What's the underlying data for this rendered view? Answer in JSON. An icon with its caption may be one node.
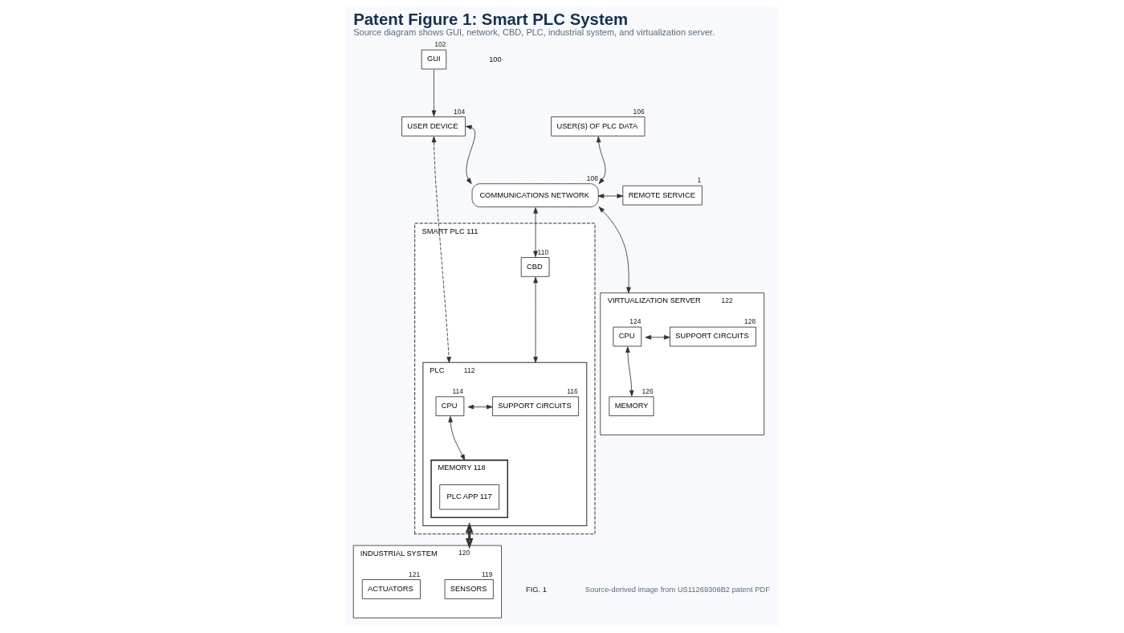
{
  "diagram": {
    "title": "Patent Figure 1: Smart PLC System",
    "caption": "Source diagram shows GUI, network, CBD, PLC, industrial system, and virtualization server.",
    "nodes": [
      {
        "text": [
          "GUI"
        ],
        "beside": [
          "102"
        ]
      },
      {
        "text": [
          "USER DEVICE"
        ],
        "beside": [
          "104"
        ]
      },
      {
        "text": [
          "USER(S) OF PLC DATA"
        ],
        "beside": [
          "106"
        ]
      },
      {
        "text": [
          "COMMUNICATIONS NETWORK"
        ],
        "beside": [
          "108"
        ]
      },
      {
        "text": [
          "REMOTE SERVICE"
        ],
        "beside": [
          "1"
        ]
      },
      {
        "text": [
          "SMART PLC 111"
        ]
      },
      {
        "text": [
          "CBD"
        ],
        "in": 5,
        "beside": [
          "110"
        ]
      },
      {
        "text": [
          "PLC"
        ],
        "in": 5,
        "beside": [
          "112"
        ]
      },
      {
        "text": [
          "CPU"
        ],
        "in": 7,
        "beside": [
          "114"
        ]
      },
      {
        "text": [
          "SUPPORT CIRCUITS"
        ],
        "in": 7,
        "beside": [
          "116"
        ]
      },
      {
        "text": [
          "MEMORY 118"
        ],
        "in": 7
      },
      {
        "text": [
          "PLC APP 117"
        ],
        "in": 10
      },
      {
        "text": [
          "VIRTUALIZATION SERVER"
        ],
        "beside": [
          "122"
        ]
      },
      {
        "text": [
          "CPU"
        ],
        "in": 12,
        "beside": [
          "124"
        ]
      },
      {
        "text": [
          "SUPPORT CIRCUITS"
        ],
        "in": 12,
        "beside": [
          "128"
        ]
      },
      {
        "text": [
          "MEMORY"
        ],
        "in": 12,
        "beside": [
          "126"
        ]
      },
      {
        "text": [
          "INDUSTRIAL SYSTEM"
        ],
        "beside": [
          "120"
        ]
      },
      {
        "text": [
          "SENSORS"
        ],
        "in": 16,
        "beside": [
          "119"
        ]
      },
      {
        "text": [
          "ACTUATORS"
        ],
        "in": 16,
        "beside": [
          "121"
        ]
      }
    ],
    "edges": [
      {
        "from": 0,
        "to": 1,
        "arrow": "to"
      },
      {
        "from": 1,
        "to": 3,
        "arrow": "both"
      },
      {
        "from": 2,
        "to": 3,
        "arrow": "both"
      },
      {
        "from": 3,
        "to": 4,
        "arrow": "both"
      },
      {
        "from": 1,
        "to": 7,
        "arrow": "both",
        "style": "dashed"
      },
      {
        "from": 3,
        "to": 6,
        "arrow": "both"
      },
      {
        "from": 3,
        "to": 12,
        "arrow": "both"
      },
      {
        "from": 6,
        "to": 7,
        "arrow": "both"
      },
      {
        "from": 8,
        "to": 9,
        "arrow": "both"
      },
      {
        "from": 8,
        "to": 10,
        "arrow": "both"
      },
      {
        "from": 7,
        "to": 16,
        "arrow": "both",
        "style": "thick"
      },
      {
        "from": 13,
        "to": 14,
        "arrow": "both"
      },
      {
        "from": 13,
        "to": 15,
        "arrow": "both"
      }
    ],
    "labels": [
      "100",
      "FIG. 1",
      "Source-derived image from US11269308B2 patent PDF"
    ]
  }
}
